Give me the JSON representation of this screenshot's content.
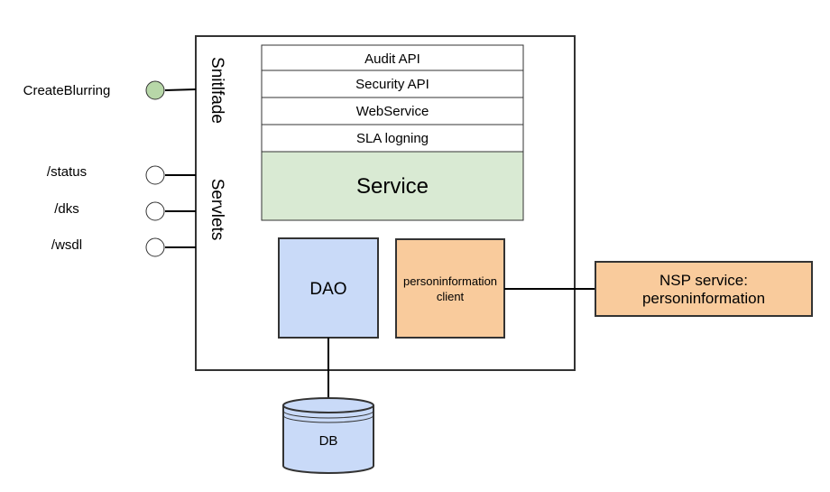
{
  "diagram": {
    "endpoints": [
      {
        "label": "CreateBlurring",
        "active": true
      },
      {
        "label": "/status",
        "active": false
      },
      {
        "label": "/dks",
        "active": false
      },
      {
        "label": "/wsdl",
        "active": false
      }
    ],
    "side_labels": {
      "interface": "Snitlfade",
      "servlets": "Servlets"
    },
    "stack": [
      {
        "label": "Audit API"
      },
      {
        "label": "Security API"
      },
      {
        "label": "WebService"
      },
      {
        "label": "SLA logning"
      }
    ],
    "service": {
      "label": "Service"
    },
    "dao": {
      "label": "DAO"
    },
    "client": {
      "line1": "personinformation",
      "line2": "client"
    },
    "nsp": {
      "line1": "NSP service:",
      "line2": "personinformation"
    },
    "db": {
      "label": "DB"
    }
  },
  "colors": {
    "border": "#333333",
    "line": "#000000",
    "active_endpoint_fill": "#b7d7a8",
    "service_fill": "#d9ead3",
    "dao_fill": "#c9daf8",
    "client_fill": "#f9cb9c",
    "nsp_fill": "#f9cb9c",
    "db_fill": "#c9daf8"
  }
}
